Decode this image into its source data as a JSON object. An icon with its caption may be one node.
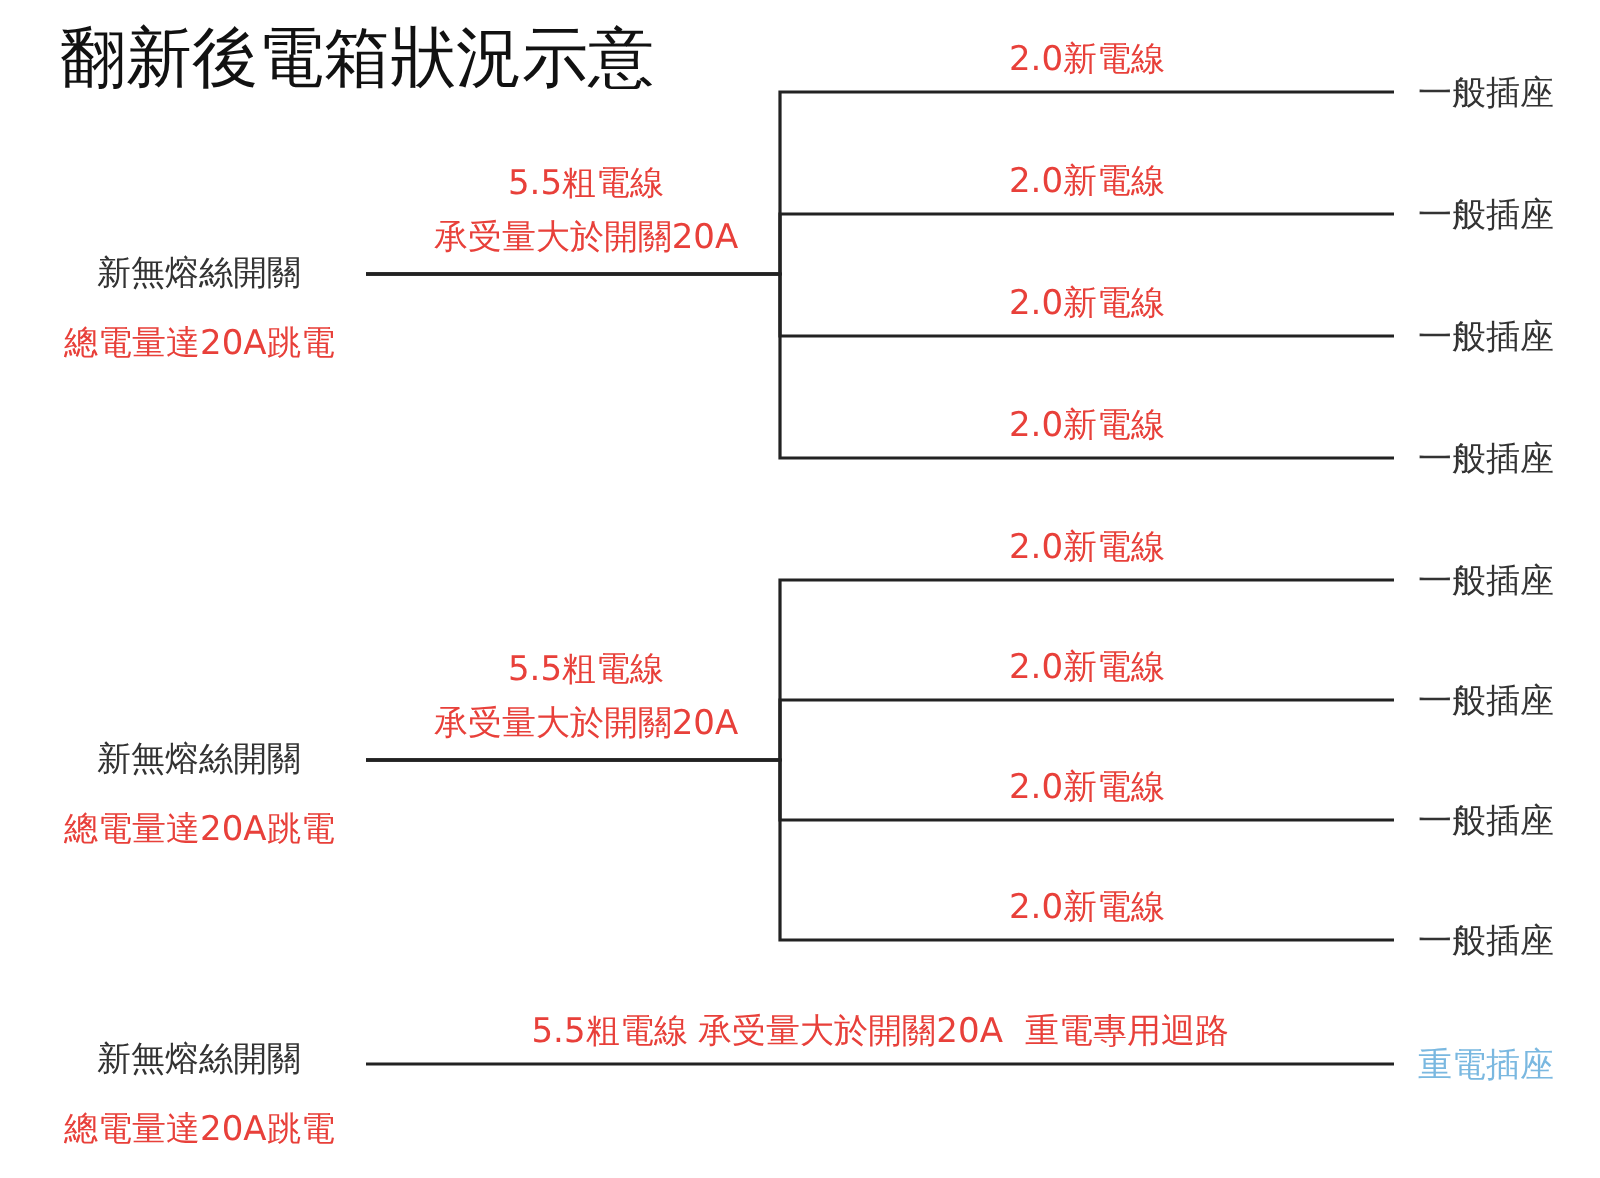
{
  "diagram": {
    "title": "翻新後電箱狀況示意",
    "nodes": [
      {
        "text": [
          "新無熔絲開關",
          "總電量達20A跳電"
        ]
      },
      {
        "text": [
          "一般插座"
        ]
      },
      {
        "text": [
          "一般插座"
        ]
      },
      {
        "text": [
          "一般插座"
        ]
      },
      {
        "text": [
          "一般插座"
        ]
      },
      {
        "text": [
          "新無熔絲開關",
          "總電量達20A跳電"
        ]
      },
      {
        "text": [
          "一般插座"
        ]
      },
      {
        "text": [
          "一般插座"
        ]
      },
      {
        "text": [
          "一般插座"
        ]
      },
      {
        "text": [
          "一般插座"
        ]
      },
      {
        "text": [
          "新無熔絲開關",
          "總電量達20A跳電"
        ]
      },
      {
        "text": [
          "重電插座"
        ]
      }
    ],
    "edges": [
      {
        "from": 0,
        "to": 1,
        "arrow": "none",
        "label": "2.0新電線"
      },
      {
        "from": 0,
        "to": 2,
        "arrow": "none",
        "label": "2.0新電線"
      },
      {
        "from": 0,
        "to": 3,
        "arrow": "none",
        "label": "2.0新電線"
      },
      {
        "from": 0,
        "to": 4,
        "arrow": "none",
        "label": "2.0新電線"
      },
      {
        "from": 5,
        "to": 6,
        "arrow": "none",
        "label": "2.0新電線"
      },
      {
        "from": 5,
        "to": 7,
        "arrow": "none",
        "label": "2.0新電線"
      },
      {
        "from": 5,
        "to": 8,
        "arrow": "none",
        "label": "2.0新電線"
      },
      {
        "from": 5,
        "to": 9,
        "arrow": "none",
        "label": "2.0新電線"
      },
      {
        "from": 10,
        "to": 11,
        "arrow": "none",
        "label": "5.5粗電線 承受量大於開關20A  重電專用迴路"
      }
    ],
    "labels": [
      "5.5粗電線",
      "承受量大於開關20A",
      "5.5粗電線",
      "承受量大於開關20A"
    ]
  }
}
